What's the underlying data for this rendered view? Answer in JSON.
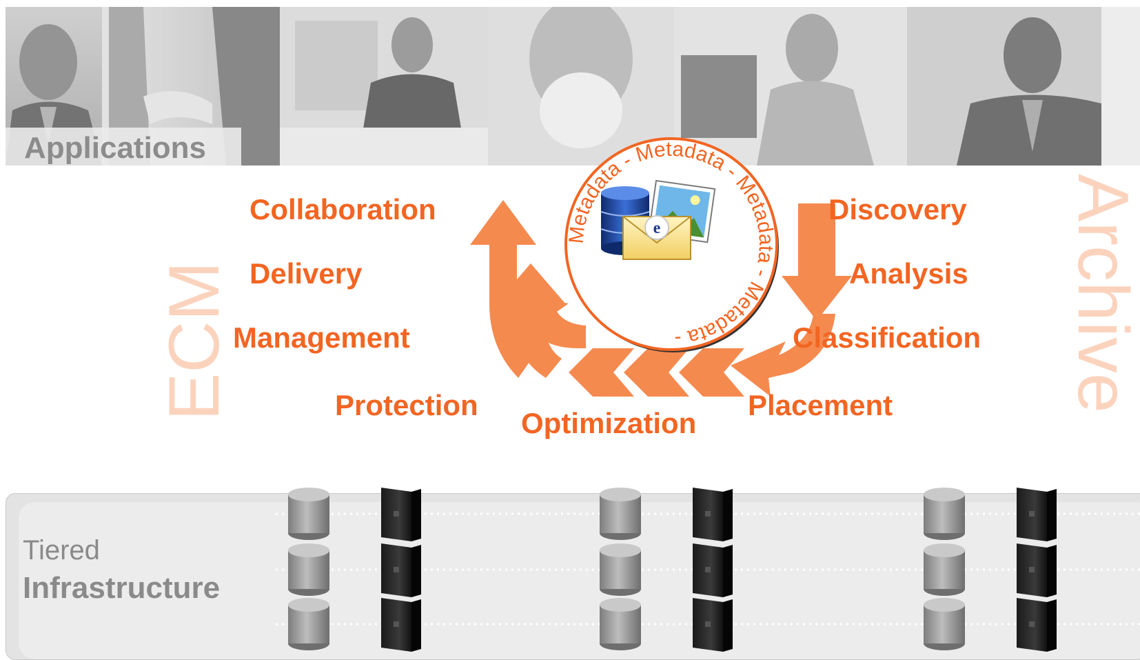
{
  "header": {
    "applications_label": "Applications"
  },
  "side_labels": {
    "left": "ECM",
    "right": "Archive"
  },
  "center": {
    "ring_text": "Metadata - Metadata - Metadata - Metadata -",
    "icon_letter": "e",
    "icons": [
      "database-icon",
      "photo-icon",
      "email-icon"
    ]
  },
  "left_steps": [
    "Collaboration",
    "Delivery",
    "Management",
    "Protection"
  ],
  "bottom_step": "Optimization",
  "right_steps": [
    "Discovery",
    "Analysis",
    "Classification",
    "Placement"
  ],
  "infrastructure": {
    "line1": "Tiered",
    "line2": "Infrastructure"
  },
  "colors": {
    "accent_orange": "#f26522",
    "arrow_orange": "#f58a4f",
    "side_text": "#fbd3bd",
    "gray_text": "#8a8a8a"
  }
}
